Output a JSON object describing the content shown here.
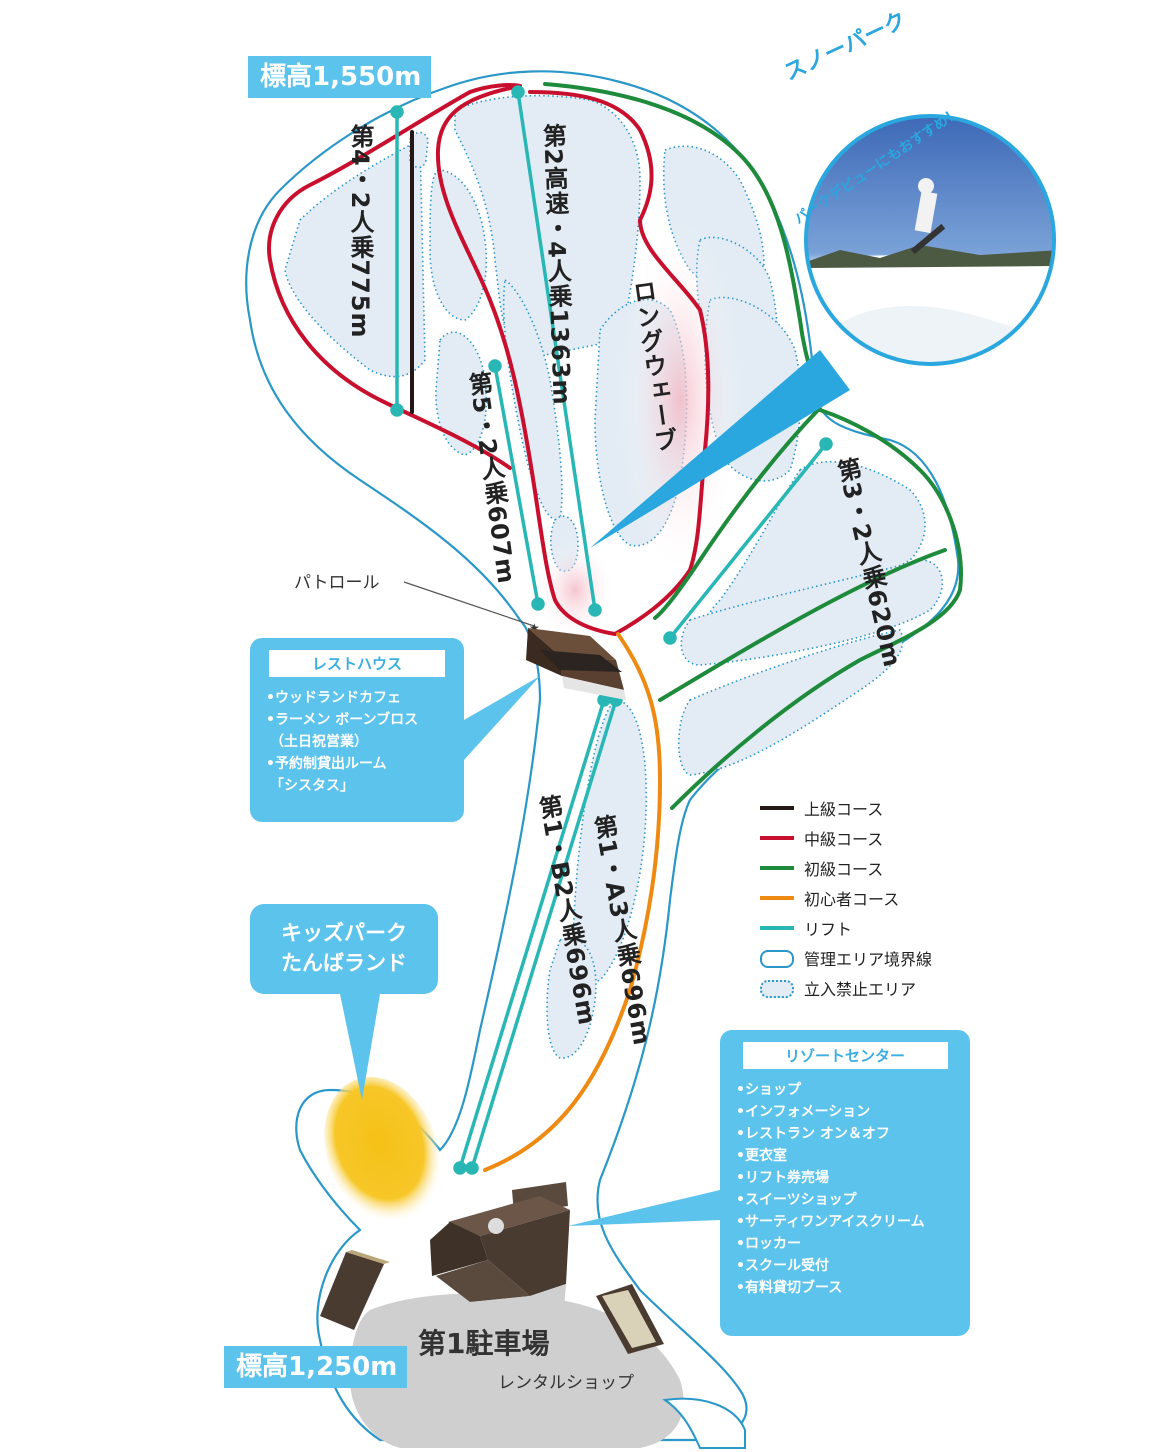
{
  "altitude": {
    "top": "標高1,550m",
    "bottom": "標高1,250m"
  },
  "lifts": {
    "lift4": "第4・2人乗775m",
    "lift2": "第2高速・4人乗1363m",
    "lift5": "第5・2人乗607m",
    "lift3": "第3・2人乗620m",
    "lift1b": "第1・B2人乗696m",
    "lift1a": "第1・A3人乗696m"
  },
  "courses": {
    "long_wave": "ロングウェーブ"
  },
  "snow_park": {
    "title": "スノーパーク",
    "subtitle": "パークデビューにもおすすめ！"
  },
  "patrol": "パトロール",
  "rest_house": {
    "title": "レストハウス",
    "items": [
      "•ウッドランドカフェ",
      "•ラーメン ボーンブロス",
      "（土日祝営業）",
      "•予約制貸出ルーム",
      "「シスタス」"
    ]
  },
  "kids_park": {
    "line1": "キッズパーク",
    "line2": "たんばランド"
  },
  "resort_center": {
    "title": "リゾートセンター",
    "items": [
      "•ショップ",
      "•インフォメーション",
      "•レストラン オン＆オフ",
      "•更衣室",
      "•リフト券売場",
      "•スイーツショップ",
      "•サーティワンアイスクリーム",
      "•ロッカー",
      "•スクール受付",
      "•有料貸切ブース"
    ]
  },
  "parking": "第1駐車場",
  "rental_shop": "レンタルショップ",
  "legend": [
    {
      "label": "上級コース",
      "color": "#231815",
      "kind": "line"
    },
    {
      "label": "中級コース",
      "color": "#c8102e",
      "kind": "line"
    },
    {
      "label": "初級コース",
      "color": "#1e8a3c",
      "kind": "line"
    },
    {
      "label": "初心者コース",
      "color": "#ee8a12",
      "kind": "line"
    },
    {
      "label": "リフト",
      "color": "#28b7b4",
      "kind": "line"
    },
    {
      "label": "管理エリア境界線",
      "color": "#2a97c9",
      "kind": "boundary"
    },
    {
      "label": "立入禁止エリア",
      "color": "#2a97c9",
      "kind": "restricted"
    }
  ],
  "colors": {
    "expert": "#231815",
    "intermediate": "#c8102e",
    "beginner": "#1e8a3c",
    "novice": "#ee8a12",
    "lift": "#28b7b4",
    "boundary": "#2a97c9",
    "restricted_fill": "#e3ecf4",
    "accent": "#5bc3ec",
    "kids_area": "#f5c116"
  }
}
